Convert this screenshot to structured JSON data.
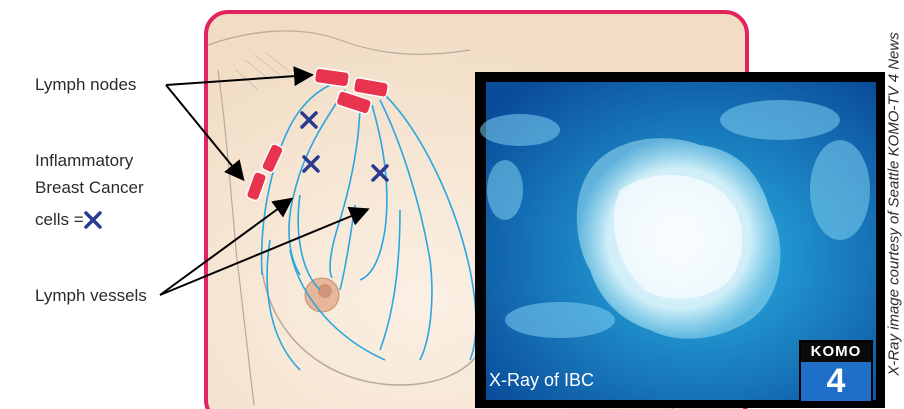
{
  "labels": {
    "lymph_nodes": "Lymph nodes",
    "ibc_line1": "Inflammatory",
    "ibc_line2": "Breast Cancer",
    "ibc_line3": "cells =",
    "lymph_vessels": "Lymph vessels"
  },
  "xray": {
    "caption": "X-Ray of IBC",
    "logo_top": "KOMO",
    "logo_bottom": "4"
  },
  "credit": "X-Ray image courtesy of Seattle KOMO-TV 4 News",
  "colors": {
    "frame": "#e0245e",
    "vessel": "#2aa6e0",
    "node": "#e8344f",
    "marker": "#2a3a8f",
    "skin": "#f7e7d3"
  },
  "icons": {
    "cancer_marker": "x-mark-icon"
  }
}
